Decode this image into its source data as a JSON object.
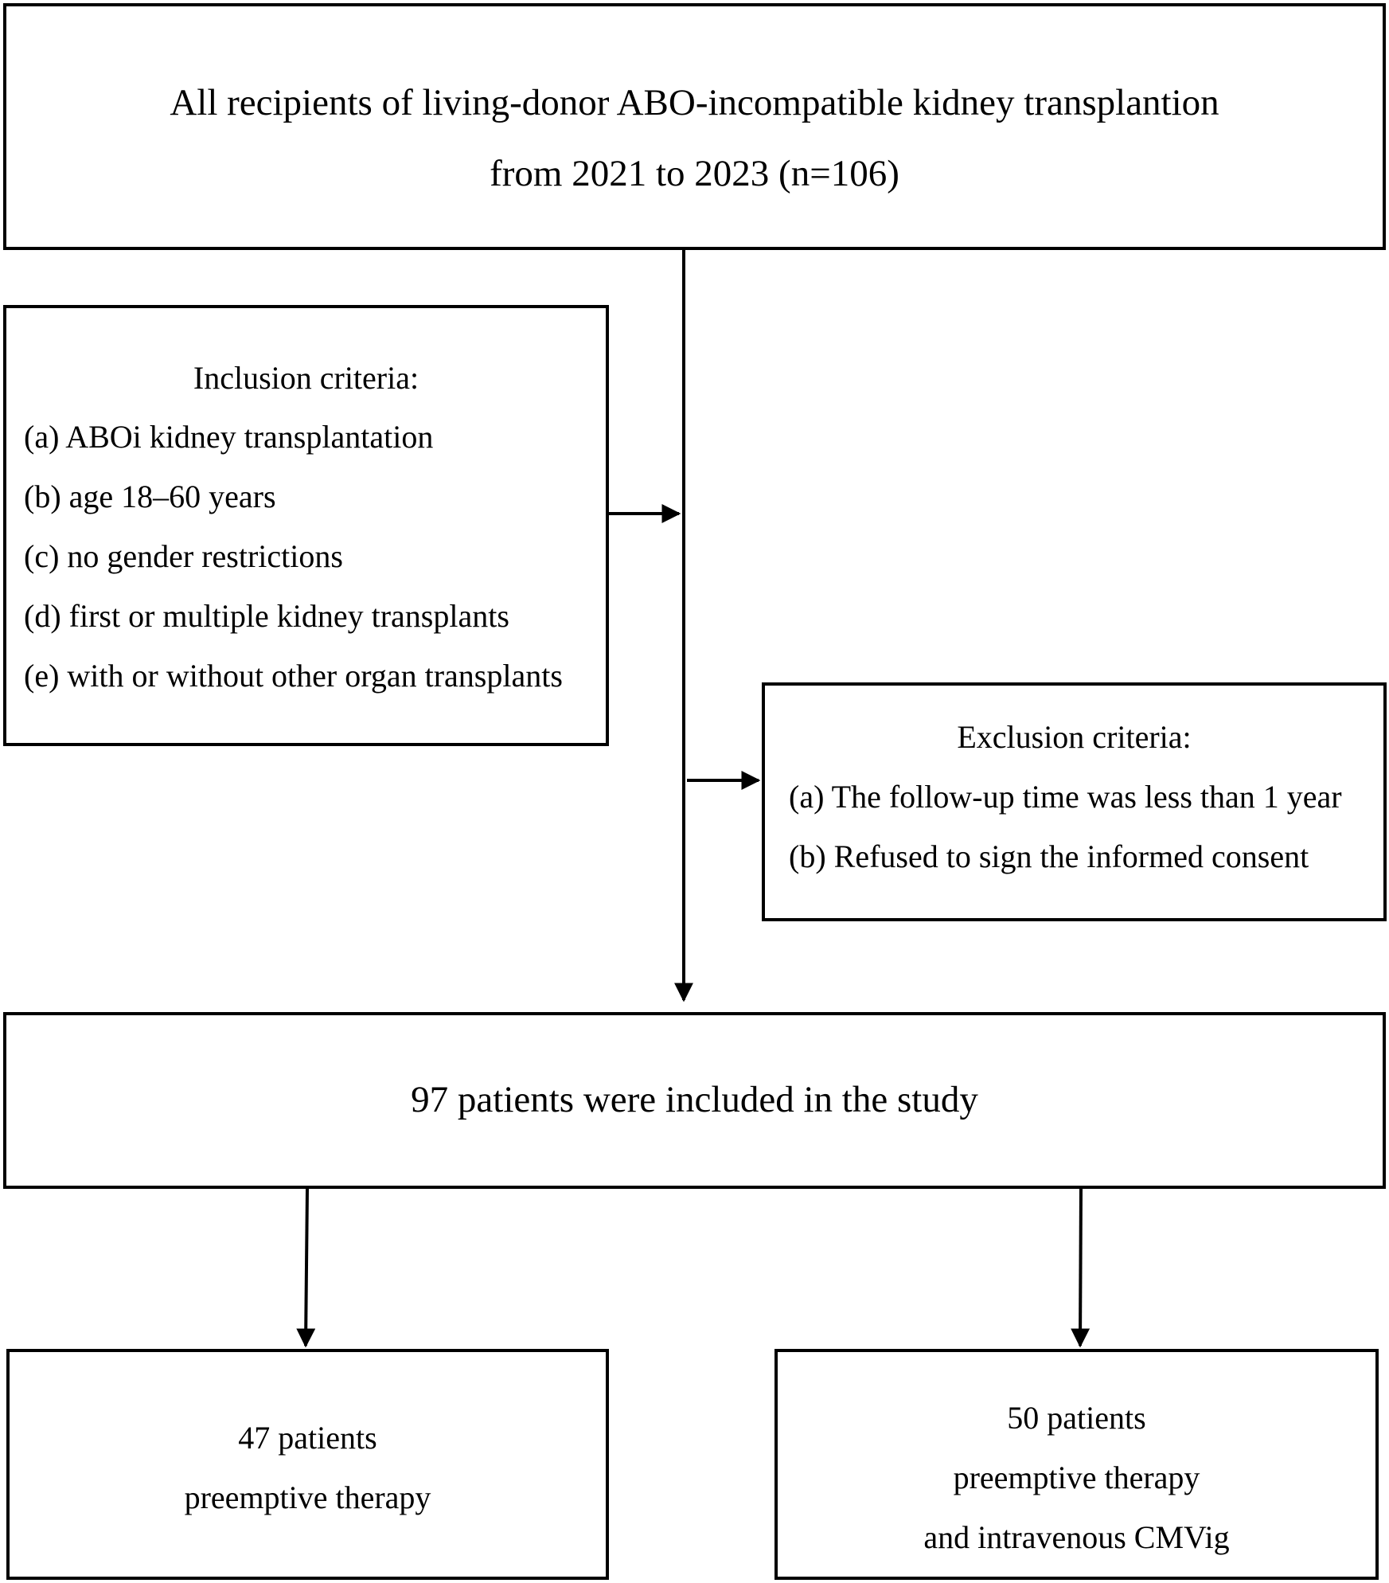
{
  "top_box": {
    "line1": "All recipients of living-donor ABO-incompatible kidney transplantion",
    "line2": "from 2021 to 2023 (n=106)"
  },
  "inclusion": {
    "title": "Inclusion criteria:",
    "items": [
      "(a) ABOi kidney transplantation",
      "(b) age 18–60 years",
      "(c) no gender restrictions",
      "(d) first or multiple kidney transplants",
      "(e) with or without other organ transplants"
    ]
  },
  "exclusion": {
    "title": "Exclusion criteria:",
    "items": [
      "(a) The follow-up time was less than 1 year",
      "(b) Refused to sign the informed consent"
    ]
  },
  "included_box": {
    "text": "97 patients were included in the study"
  },
  "group_left": {
    "line1": "47 patients",
    "line2": "preemptive therapy"
  },
  "group_right": {
    "line1": "50 patients",
    "line2": "preemptive therapy",
    "line3": "and intravenous CMVig"
  }
}
